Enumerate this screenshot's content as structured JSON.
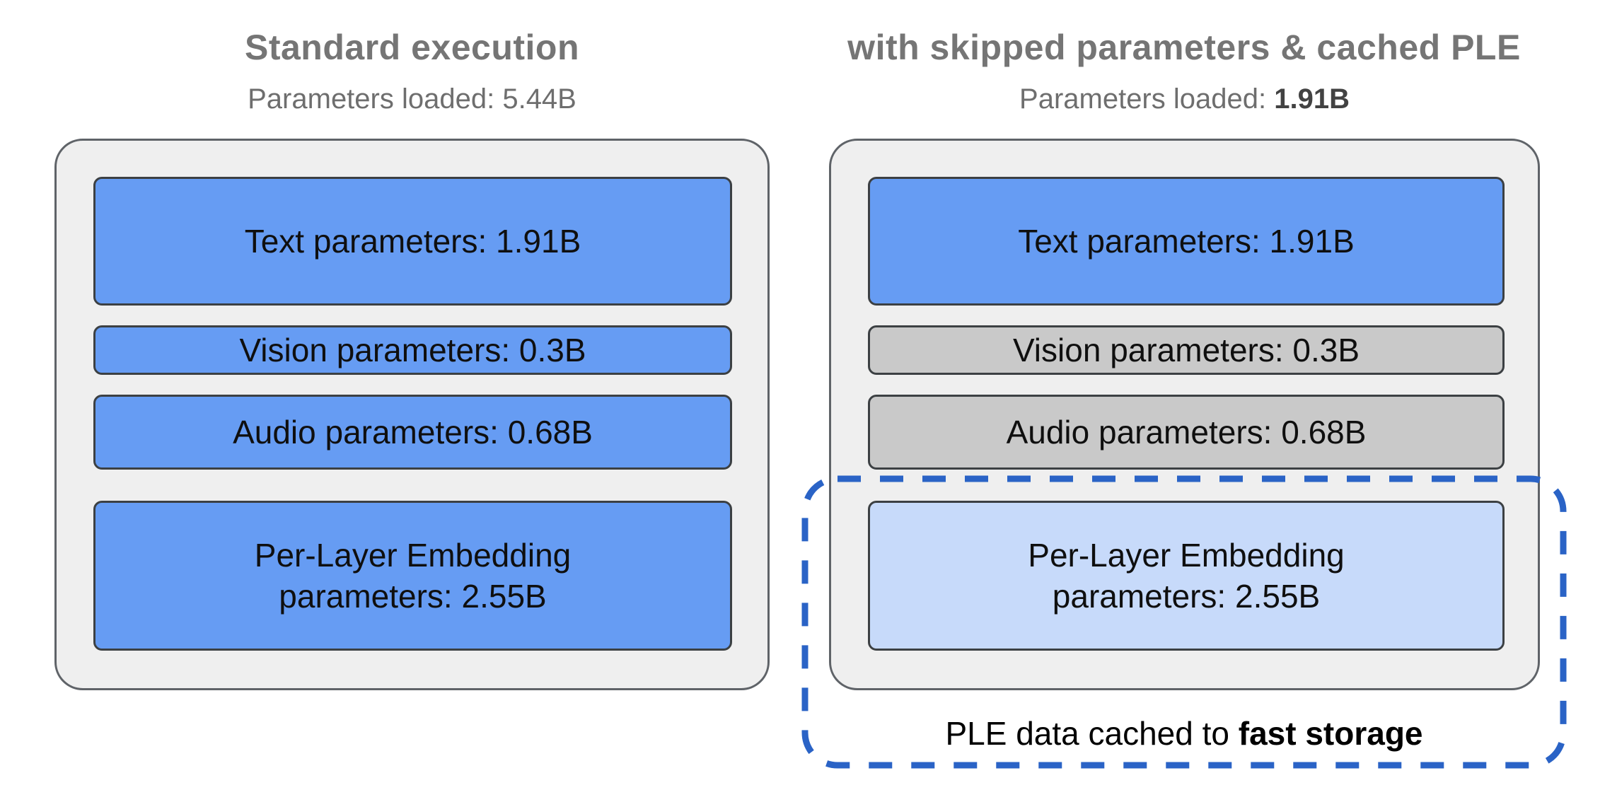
{
  "left_panel": {
    "title": "Standard execution",
    "subtitle_label": "Parameters loaded: ",
    "subtitle_value": "5.44B",
    "boxes": [
      {
        "label": "Text parameters: 1.91B",
        "style": "blue"
      },
      {
        "label": "Vision parameters: 0.3B",
        "style": "blue"
      },
      {
        "label": "Audio parameters: 0.68B",
        "style": "blue"
      },
      {
        "label": "Per-Layer Embedding parameters: 2.55B",
        "style": "blue"
      }
    ]
  },
  "right_panel": {
    "title": "with skipped parameters & cached PLE",
    "subtitle_label": "Parameters loaded: ",
    "subtitle_value": "1.91B",
    "boxes": [
      {
        "label": "Text parameters: 1.91B",
        "style": "blue"
      },
      {
        "label": "Vision parameters: 0.3B",
        "style": "gray"
      },
      {
        "label": "Audio parameters: 0.68B",
        "style": "gray"
      },
      {
        "label": "Per-Layer Embedding parameters: 2.55B",
        "style": "lightblue"
      }
    ],
    "caption_prefix": "PLE data cached to ",
    "caption_bold": "fast storage"
  },
  "colors": {
    "loaded_param_box": "#669cf3",
    "skipped_param_box": "#c9c9c9",
    "cached_ple_box": "#c7dafa",
    "container_background": "#efefef",
    "container_border": "#5f6368",
    "box_border": "#3c4043",
    "dashed_cache_outline": "#2a63c6",
    "title_gray": "#757575",
    "caption_black": "#000000"
  }
}
